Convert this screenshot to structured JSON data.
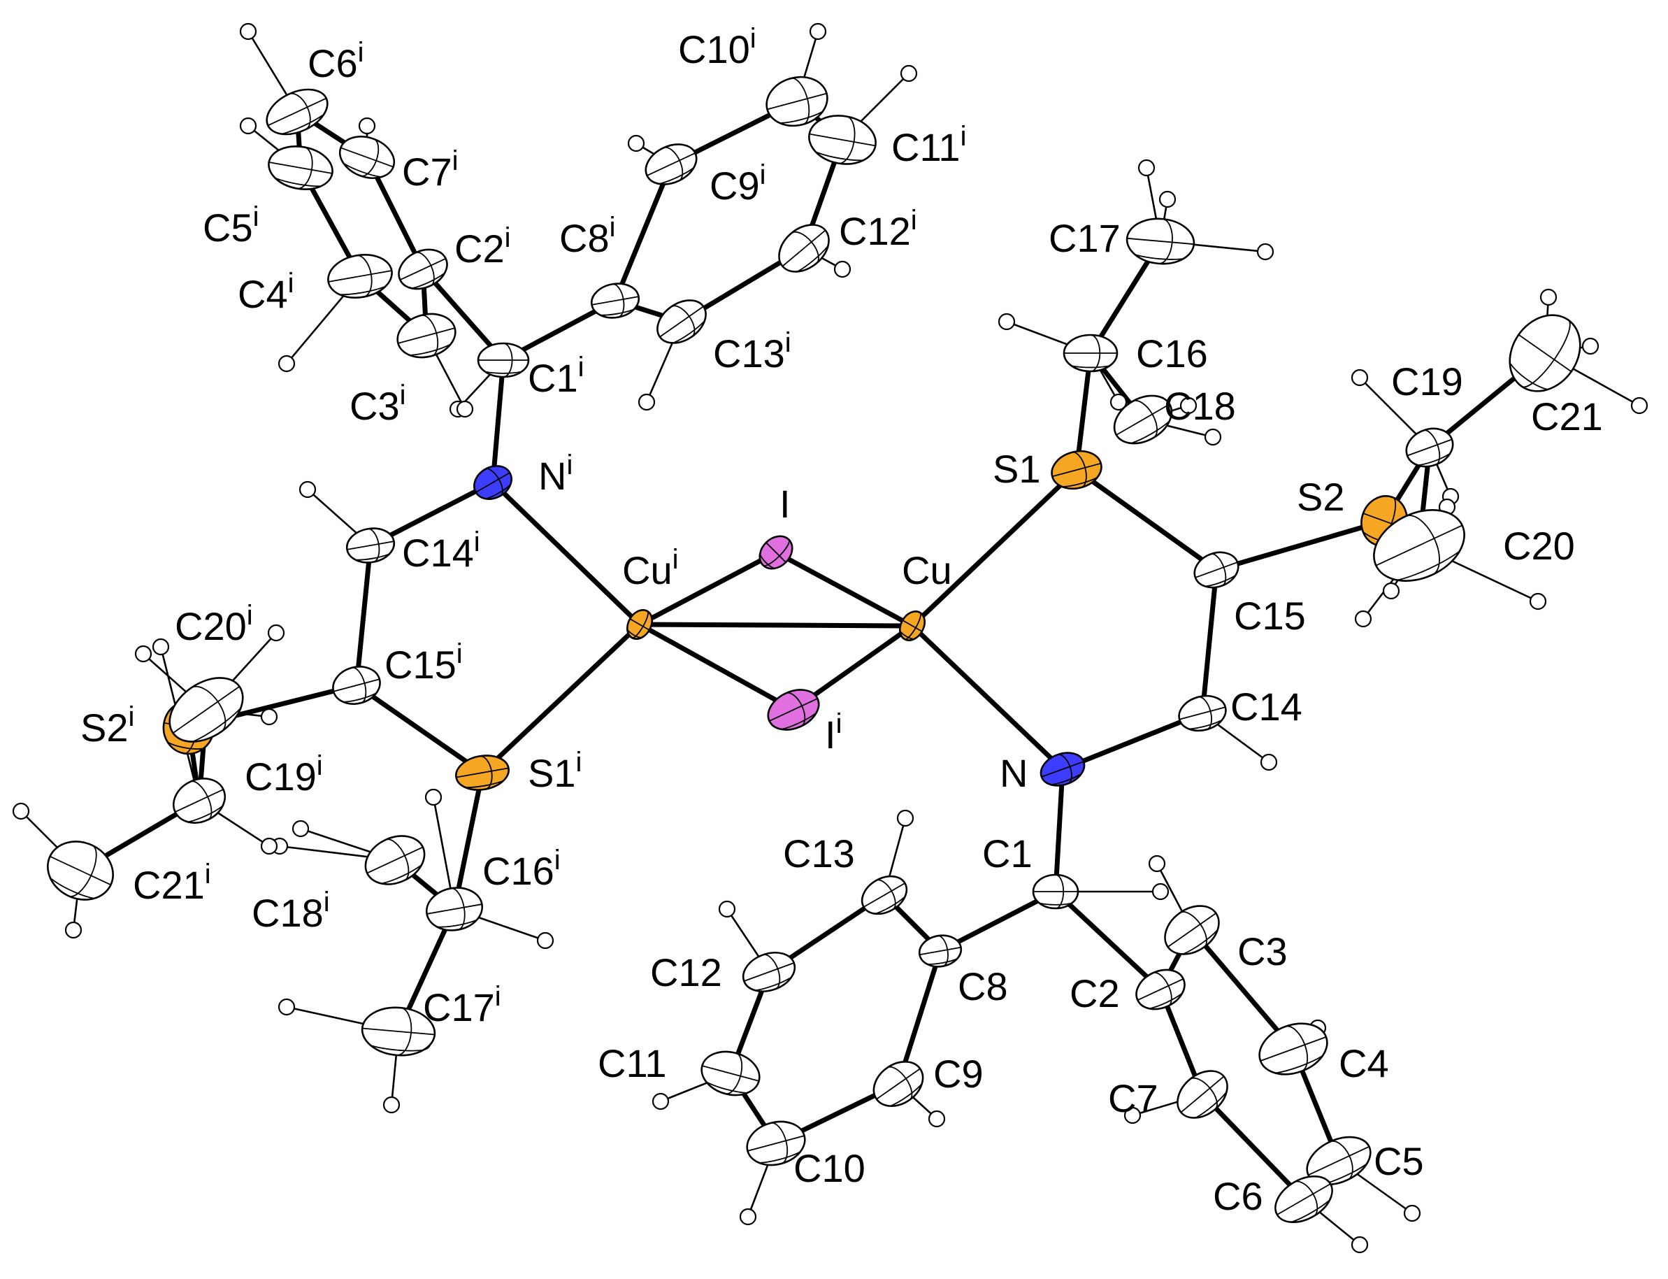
{
  "figure": {
    "palette": {
      "C": "#ffffff",
      "N": "#3d3dff",
      "S": "#f5a623",
      "Cu": "#f0a040",
      "I": "#e070e0",
      "H": "#ffffff",
      "outline": "#000000"
    },
    "labels": [
      {
        "id": "C6i",
        "text": "C6",
        "sup": "i",
        "element": "C"
      },
      {
        "id": "C7i",
        "text": "C7",
        "sup": "i",
        "element": "C"
      },
      {
        "id": "C5i",
        "text": "C5",
        "sup": "i",
        "element": "C"
      },
      {
        "id": "C2i",
        "text": "C2",
        "sup": "i",
        "element": "C"
      },
      {
        "id": "C4i",
        "text": "C4",
        "sup": "i",
        "element": "C"
      },
      {
        "id": "C3i",
        "text": "C3",
        "sup": "i",
        "element": "C"
      },
      {
        "id": "C1i",
        "text": "C1",
        "sup": "i",
        "element": "C"
      },
      {
        "id": "C8i",
        "text": "C8",
        "sup": "i",
        "element": "C"
      },
      {
        "id": "C9i",
        "text": "C9",
        "sup": "i",
        "element": "C"
      },
      {
        "id": "C10i",
        "text": "C10",
        "sup": "i",
        "element": "C"
      },
      {
        "id": "C11i",
        "text": "C11",
        "sup": "i",
        "element": "C"
      },
      {
        "id": "C12i",
        "text": "C12",
        "sup": "i",
        "element": "C"
      },
      {
        "id": "C13i",
        "text": "C13",
        "sup": "i",
        "element": "C"
      },
      {
        "id": "Ni",
        "text": "N",
        "sup": "i",
        "element": "N"
      },
      {
        "id": "C14i",
        "text": "C14",
        "sup": "i",
        "element": "C"
      },
      {
        "id": "C15i",
        "text": "C15",
        "sup": "i",
        "element": "C"
      },
      {
        "id": "C20i",
        "text": "C20",
        "sup": "i",
        "element": "C"
      },
      {
        "id": "S2i",
        "text": "S2",
        "sup": "i",
        "element": "S"
      },
      {
        "id": "C19i",
        "text": "C19",
        "sup": "i",
        "element": "C"
      },
      {
        "id": "C21i",
        "text": "C21",
        "sup": "i",
        "element": "C"
      },
      {
        "id": "S1i",
        "text": "S1",
        "sup": "i",
        "element": "S"
      },
      {
        "id": "C16i",
        "text": "C16",
        "sup": "i",
        "element": "C"
      },
      {
        "id": "C18i",
        "text": "C18",
        "sup": "i",
        "element": "C"
      },
      {
        "id": "C17i",
        "text": "C17",
        "sup": "i",
        "element": "C"
      },
      {
        "id": "Cui",
        "text": "Cu",
        "sup": "i",
        "element": "Cu"
      },
      {
        "id": "I",
        "text": "I",
        "sup": "",
        "element": "I"
      },
      {
        "id": "Cu",
        "text": "Cu",
        "sup": "",
        "element": "Cu"
      },
      {
        "id": "Ii",
        "text": "I",
        "sup": "i",
        "element": "I"
      },
      {
        "id": "S1",
        "text": "S1",
        "sup": "",
        "element": "S"
      },
      {
        "id": "C17",
        "text": "C17",
        "sup": "",
        "element": "C"
      },
      {
        "id": "C16",
        "text": "C16",
        "sup": "",
        "element": "C"
      },
      {
        "id": "C18",
        "text": "C18",
        "sup": "",
        "element": "C"
      },
      {
        "id": "C19",
        "text": "C19",
        "sup": "",
        "element": "C"
      },
      {
        "id": "C21",
        "text": "C21",
        "sup": "",
        "element": "C"
      },
      {
        "id": "S2",
        "text": "S2",
        "sup": "",
        "element": "S"
      },
      {
        "id": "C20",
        "text": "C20",
        "sup": "",
        "element": "C"
      },
      {
        "id": "C15",
        "text": "C15",
        "sup": "",
        "element": "C"
      },
      {
        "id": "C14",
        "text": "C14",
        "sup": "",
        "element": "C"
      },
      {
        "id": "N",
        "text": "N",
        "sup": "",
        "element": "N"
      },
      {
        "id": "C1",
        "text": "C1",
        "sup": "",
        "element": "C"
      },
      {
        "id": "C13",
        "text": "C13",
        "sup": "",
        "element": "C"
      },
      {
        "id": "C12",
        "text": "C12",
        "sup": "",
        "element": "C"
      },
      {
        "id": "C8",
        "text": "C8",
        "sup": "",
        "element": "C"
      },
      {
        "id": "C3",
        "text": "C3",
        "sup": "",
        "element": "C"
      },
      {
        "id": "C2",
        "text": "C2",
        "sup": "",
        "element": "C"
      },
      {
        "id": "C11",
        "text": "C11",
        "sup": "",
        "element": "C"
      },
      {
        "id": "C9",
        "text": "C9",
        "sup": "",
        "element": "C"
      },
      {
        "id": "C4",
        "text": "C4",
        "sup": "",
        "element": "C"
      },
      {
        "id": "C7",
        "text": "C7",
        "sup": "",
        "element": "C"
      },
      {
        "id": "C10",
        "text": "C10",
        "sup": "",
        "element": "C"
      },
      {
        "id": "C5",
        "text": "C5",
        "sup": "",
        "element": "C"
      },
      {
        "id": "C6",
        "text": "C6",
        "sup": "",
        "element": "C"
      }
    ],
    "bonds": [
      [
        "Cu",
        "Cui"
      ],
      [
        "Cu",
        "I"
      ],
      [
        "Cu",
        "Ii"
      ],
      [
        "Cui",
        "I"
      ],
      [
        "Cui",
        "Ii"
      ],
      [
        "Cu",
        "S1"
      ],
      [
        "Cu",
        "N"
      ],
      [
        "Cui",
        "S1i"
      ],
      [
        "Cui",
        "Ni"
      ],
      [
        "S1",
        "C15"
      ],
      [
        "C15",
        "S2"
      ],
      [
        "C15",
        "C14"
      ],
      [
        "C14",
        "N"
      ],
      [
        "N",
        "C1"
      ],
      [
        "S1",
        "C16"
      ],
      [
        "C16",
        "C17"
      ],
      [
        "C16",
        "C18"
      ],
      [
        "S2",
        "C19"
      ],
      [
        "C19",
        "C20"
      ],
      [
        "C19",
        "C21"
      ],
      [
        "C1",
        "C2"
      ],
      [
        "C1",
        "C8"
      ],
      [
        "C2",
        "C3"
      ],
      [
        "C3",
        "C4"
      ],
      [
        "C4",
        "C5"
      ],
      [
        "C5",
        "C6"
      ],
      [
        "C6",
        "C7"
      ],
      [
        "C7",
        "C2"
      ],
      [
        "C8",
        "C9"
      ],
      [
        "C9",
        "C10"
      ],
      [
        "C10",
        "C11"
      ],
      [
        "C11",
        "C12"
      ],
      [
        "C12",
        "C13"
      ],
      [
        "C13",
        "C8"
      ],
      [
        "S1i",
        "C15i"
      ],
      [
        "C15i",
        "S2i"
      ],
      [
        "C15i",
        "C14i"
      ],
      [
        "C14i",
        "Ni"
      ],
      [
        "Ni",
        "C1i"
      ],
      [
        "S1i",
        "C16i"
      ],
      [
        "C16i",
        "C17i"
      ],
      [
        "C16i",
        "C18i"
      ],
      [
        "S2i",
        "C19i"
      ],
      [
        "C19i",
        "C20i"
      ],
      [
        "C19i",
        "C21i"
      ],
      [
        "C1i",
        "C2i"
      ],
      [
        "C1i",
        "C8i"
      ],
      [
        "C2i",
        "C3i"
      ],
      [
        "C3i",
        "C4i"
      ],
      [
        "C4i",
        "C5i"
      ],
      [
        "C5i",
        "C6i"
      ],
      [
        "C6i",
        "C7i"
      ],
      [
        "C7i",
        "C2i"
      ],
      [
        "C8i",
        "C9i"
      ],
      [
        "C9i",
        "C10i"
      ],
      [
        "C10i",
        "C11i"
      ],
      [
        "C11i",
        "C12i"
      ],
      [
        "C12i",
        "C13i"
      ],
      [
        "C13i",
        "C8i"
      ]
    ]
  }
}
